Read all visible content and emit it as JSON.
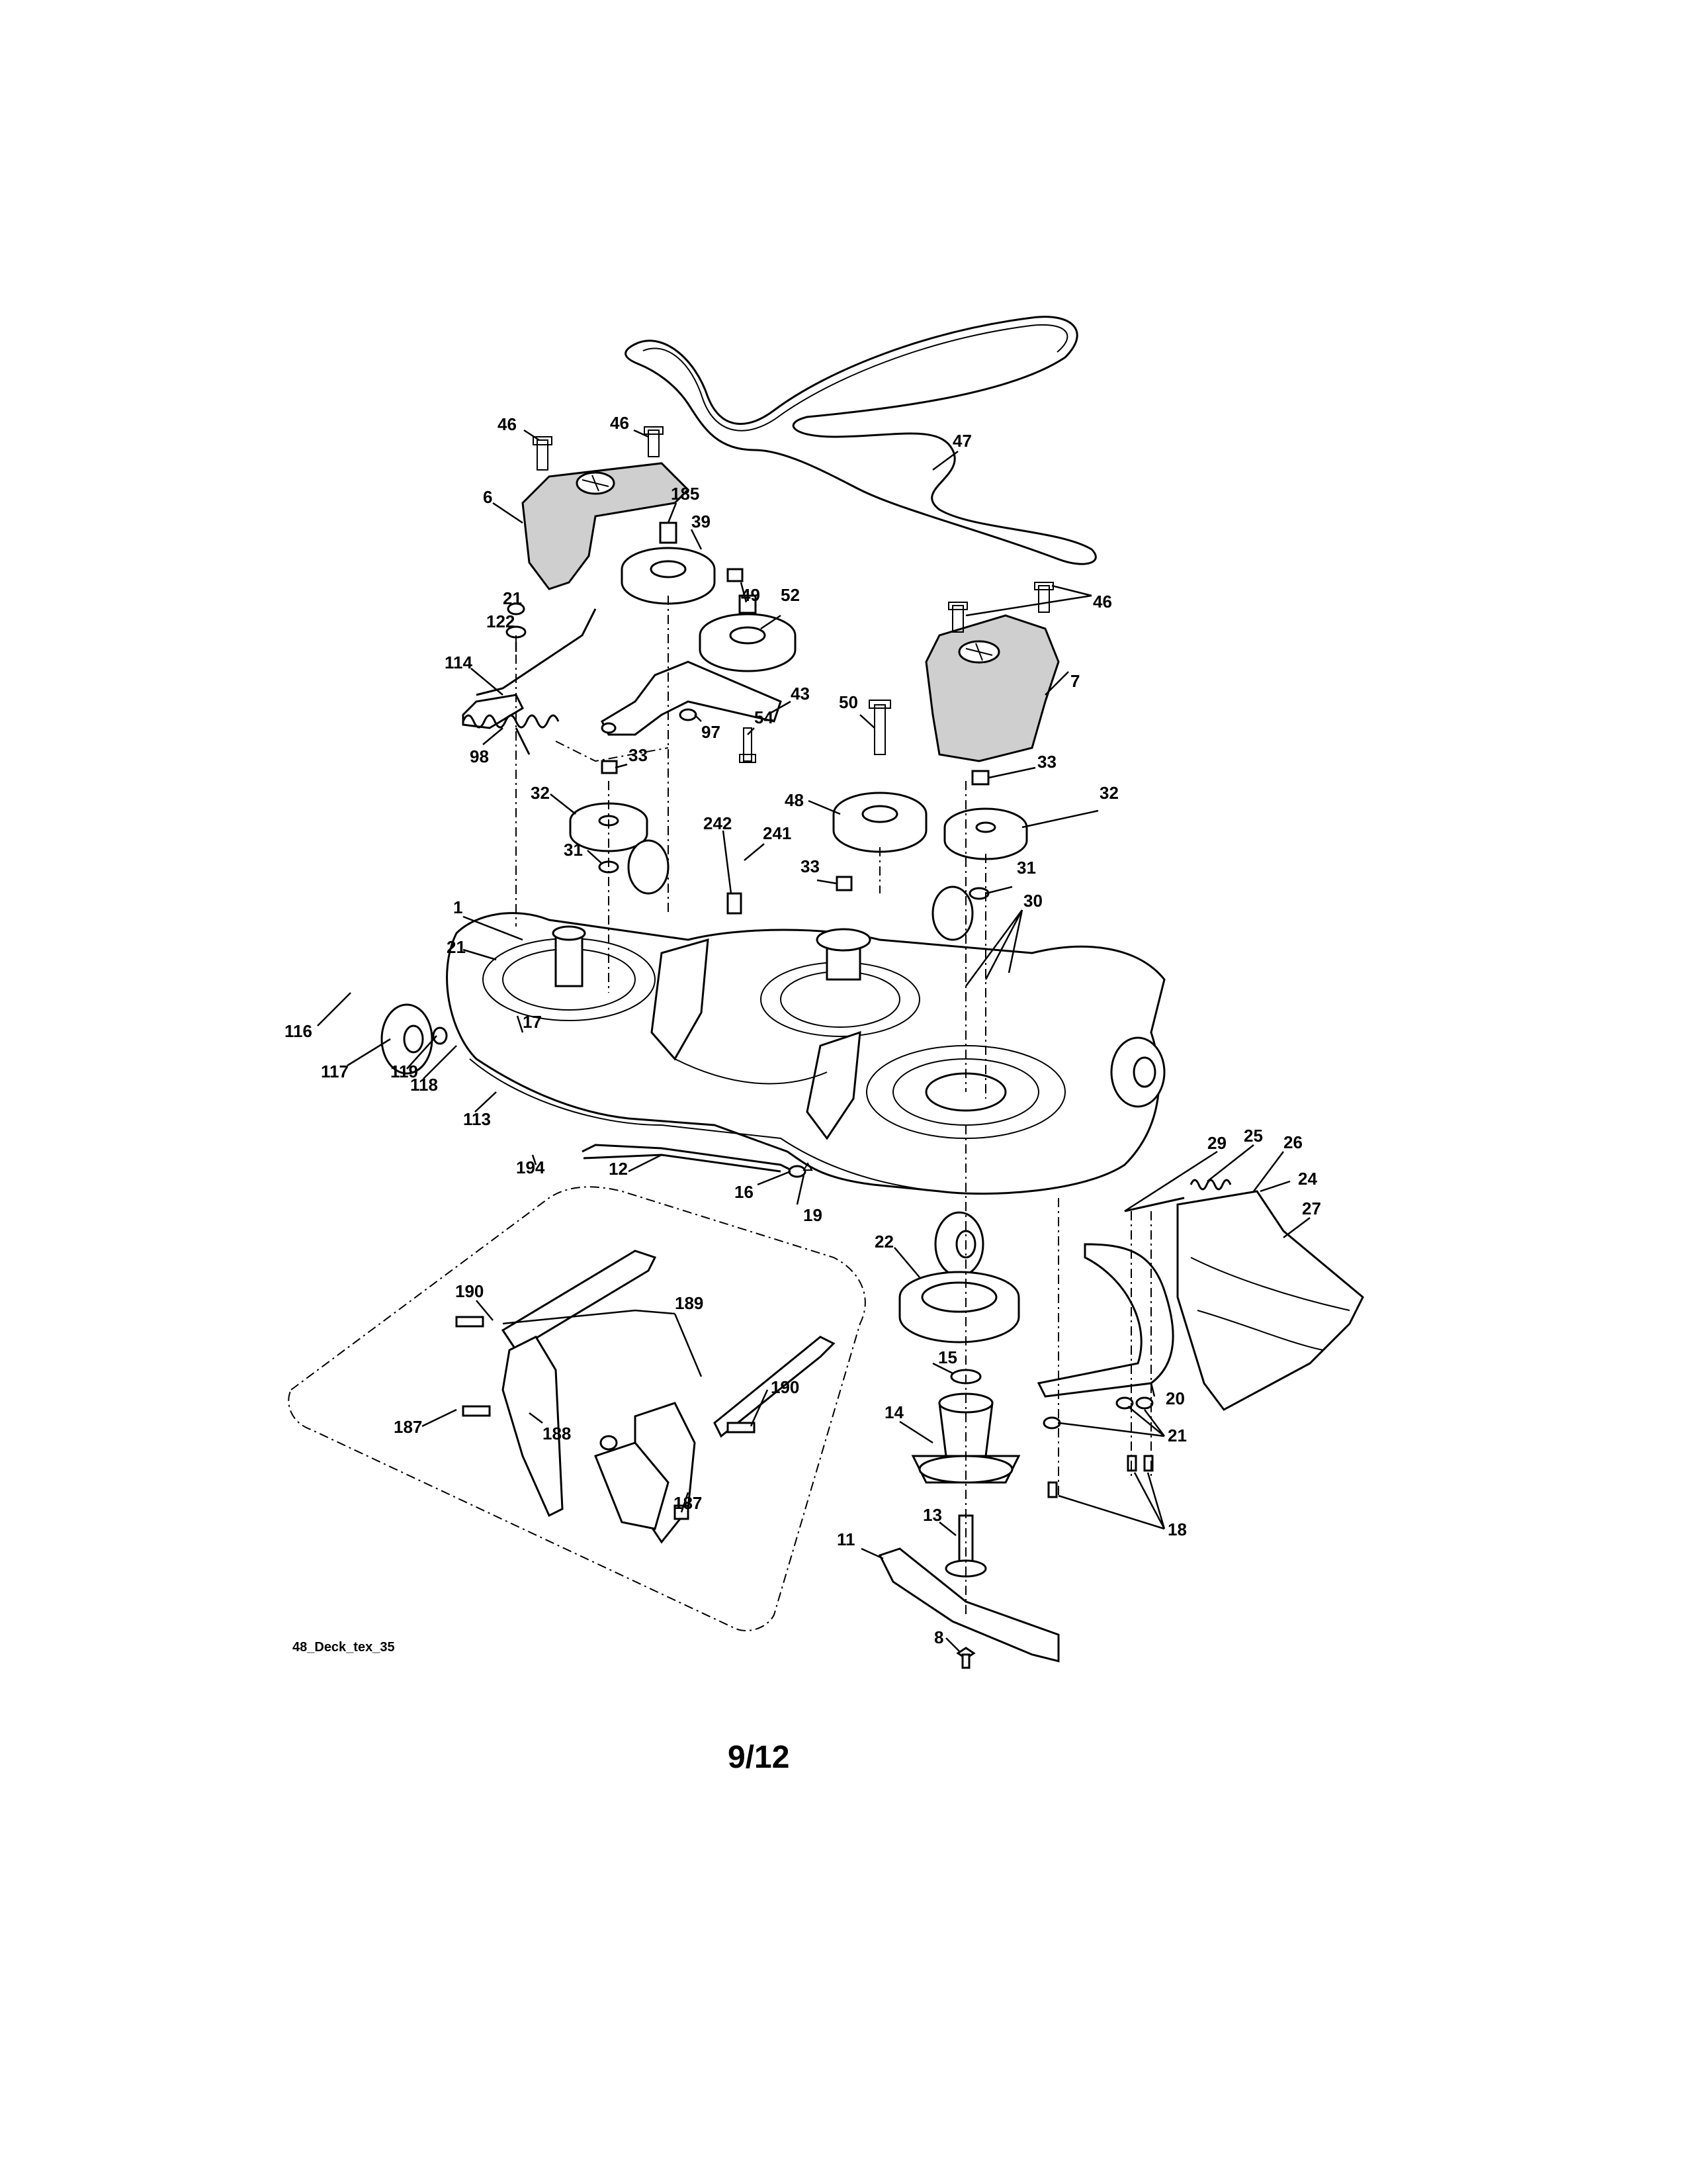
{
  "figure": {
    "id_label": "48_Deck_tex_35",
    "page": "9/12"
  },
  "callouts": [
    {
      "id": "c46a",
      "text": "46"
    },
    {
      "id": "c46b",
      "text": "46"
    },
    {
      "id": "c47",
      "text": "47"
    },
    {
      "id": "c6",
      "text": "6"
    },
    {
      "id": "c185",
      "text": "185"
    },
    {
      "id": "c39",
      "text": "39"
    },
    {
      "id": "c49",
      "text": "49"
    },
    {
      "id": "c52",
      "text": "52"
    },
    {
      "id": "c46c",
      "text": "46"
    },
    {
      "id": "c21a",
      "text": "21"
    },
    {
      "id": "c122",
      "text": "122"
    },
    {
      "id": "c114",
      "text": "114"
    },
    {
      "id": "c43",
      "text": "43"
    },
    {
      "id": "c50",
      "text": "50"
    },
    {
      "id": "c7",
      "text": "7"
    },
    {
      "id": "c54",
      "text": "54"
    },
    {
      "id": "c97",
      "text": "97"
    },
    {
      "id": "c98",
      "text": "98"
    },
    {
      "id": "c33a",
      "text": "33"
    },
    {
      "id": "c48",
      "text": "48"
    },
    {
      "id": "c33b",
      "text": "33"
    },
    {
      "id": "c32a",
      "text": "32"
    },
    {
      "id": "c32b",
      "text": "32"
    },
    {
      "id": "c242",
      "text": "242"
    },
    {
      "id": "c241",
      "text": "241"
    },
    {
      "id": "c31a",
      "text": "31"
    },
    {
      "id": "c33c",
      "text": "33"
    },
    {
      "id": "c31b",
      "text": "31"
    },
    {
      "id": "c1",
      "text": "1"
    },
    {
      "id": "c30",
      "text": "30"
    },
    {
      "id": "c21b",
      "text": "21"
    },
    {
      "id": "c116",
      "text": "116"
    },
    {
      "id": "c117",
      "text": "117"
    },
    {
      "id": "c119",
      "text": "119"
    },
    {
      "id": "c17",
      "text": "17"
    },
    {
      "id": "c118",
      "text": "118"
    },
    {
      "id": "c113",
      "text": "113"
    },
    {
      "id": "c29",
      "text": "29"
    },
    {
      "id": "c25",
      "text": "25"
    },
    {
      "id": "c26",
      "text": "26"
    },
    {
      "id": "c24",
      "text": "24"
    },
    {
      "id": "c194",
      "text": "194"
    },
    {
      "id": "c12",
      "text": "12"
    },
    {
      "id": "c16",
      "text": "16"
    },
    {
      "id": "c19",
      "text": "19"
    },
    {
      "id": "c27",
      "text": "27"
    },
    {
      "id": "c22",
      "text": "22"
    },
    {
      "id": "c190a",
      "text": "190"
    },
    {
      "id": "c189",
      "text": "189"
    },
    {
      "id": "c15",
      "text": "15"
    },
    {
      "id": "c190b",
      "text": "190"
    },
    {
      "id": "c20",
      "text": "20"
    },
    {
      "id": "c187a",
      "text": "187"
    },
    {
      "id": "c188",
      "text": "188"
    },
    {
      "id": "c14",
      "text": "14"
    },
    {
      "id": "c21c",
      "text": "21"
    },
    {
      "id": "c187b",
      "text": "187"
    },
    {
      "id": "c13",
      "text": "13"
    },
    {
      "id": "c18",
      "text": "18"
    },
    {
      "id": "c11",
      "text": "11"
    },
    {
      "id": "c8",
      "text": "8"
    }
  ]
}
